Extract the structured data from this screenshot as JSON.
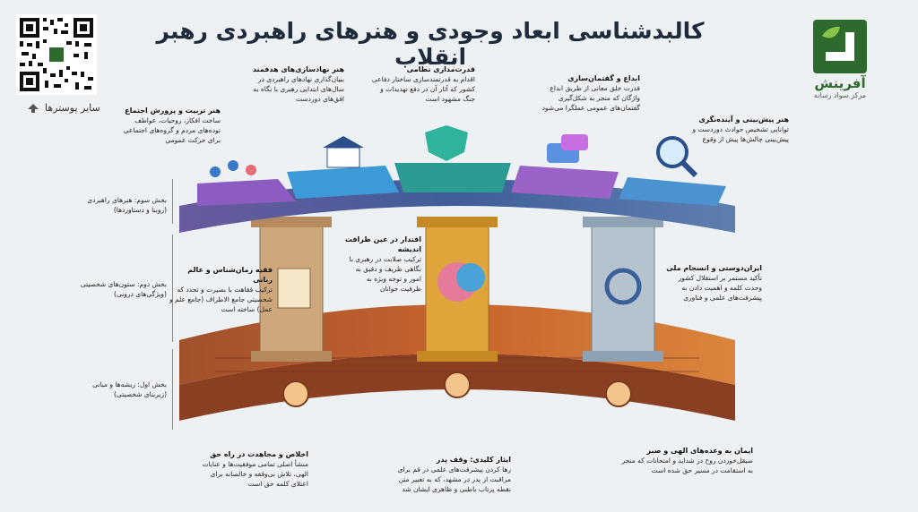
{
  "title": "کالبدشناسی ابعاد وجودی و هنرهای راهبردی رهبر انقلاب",
  "more_posters": "سایر پوسترها",
  "logo": {
    "name": "آفرینش",
    "subtitle": "مرکز سواد رسانه"
  },
  "sections": {
    "s3_title": "بخش سوم: هنرهای راهبردی",
    "s3_sub": "(روبنا و دستاوردها)",
    "s2_title": "بخش دوم: ستون‌های شخصیتی",
    "s2_sub": "(ویژگی‌های درونی)",
    "s1_title": "بخش اول: ریشه‌ها و مبانی",
    "s1_sub": "(زیربنای شخصیتی)"
  },
  "arts": [
    {
      "title": "هنر تربیت و پرورش اجتماع",
      "text": "ساخت افکار، روحیات، عواطف توده‌های مردم و گروه‌های اجتماعی برای حرکت عمومی"
    },
    {
      "title": "هنر نهادسازی‌های هدفمند",
      "text": "بنیان‌گذاری نهادهای راهبردی در سال‌های ابتدایی رهبری با نگاه به افق‌های دوردست"
    },
    {
      "title": "قدرت‌مداری نظامی",
      "text": "اقدام به قدرتمندسازی ساختار دفاعی کشور که آثار آن در دفع تهدیدات و جنگ مشهود است"
    },
    {
      "title": "ابداع و گفتمان‌سازی",
      "text": "قدرت خلق معانی از طریق ابداع واژگان که منجر به شکل‌گیری گفتمان‌های عمومی عملگرا می‌شود"
    },
    {
      "title": "هنر پیش‌بینی و آینده‌نگری",
      "text": "توانایی تشخیص حوادث دوردست و پیش‌بینی چالش‌ها پیش از وقوع"
    }
  ],
  "pillars": [
    {
      "title": "فقیه زمان‌شناس و عالم ربانی",
      "text": "ترکیب فقاهت با بصیرت و تجدد که شخصیتی جامع الاطراف (جامع علم و عمل) ساخته است"
    },
    {
      "title": "اقتدار در عین ظرافت اندیشه",
      "text": "ترکیب صلابت در رهبری با نگاهی ظریف و دقیق به امور و توجه ویژه به ظرفیت جوانان"
    },
    {
      "title": "ایران‌دوستی و انسجام ملی",
      "text": "تأکید مستمر بر استقلال کشور وحدت کلمه و اهمیت دادن به پیشرفت‌های علمی و فناوری"
    }
  ],
  "roots": [
    {
      "title": "اخلاص و مجاهدت در راه حق",
      "text": "منشأ اصلی تمامی موفقیت‌ها و عنایات الهی، تلاش بی‌وقفه و خالصانه برای اعتلای کلمه حق است"
    },
    {
      "title": "ایثار کلیدی: وقف پدر",
      "text": "رها کردن پیشرفت‌های علمی در قم برای مراقبت از پدر در مشهد، که به تعبیر متن نقطه پرتاب باطنی و ظاهری ایشان شد"
    },
    {
      "title": "ایمان به وعده‌های الهی و صبر",
      "text": "صیقل‌خوردن روح در شداید و امتحانات که منجر به استقامت در مسیر حق شده است"
    }
  ]
}
